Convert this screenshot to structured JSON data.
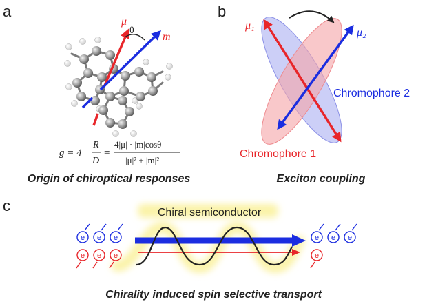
{
  "panel_a": {
    "letter": "a",
    "mu_label": "μ",
    "m_label": "m",
    "theta_label": "θ",
    "eq_lhs": "g = 4",
    "eq_frac_num": "R",
    "eq_frac_den": "D",
    "eq_rhs_num": "4|μ| · |m|cosθ",
    "eq_rhs_den": "|μ|² + |m|²",
    "caption": "Origin of chiroptical responses"
  },
  "panel_b": {
    "letter": "b",
    "mu1_label": "μ₁",
    "mu2_label": "μ₂",
    "chromophore1": "Chromophore 1",
    "chromophore2": "Chromophore 2",
    "caption": "Exciton coupling"
  },
  "panel_c": {
    "letter": "c",
    "title": "Chiral semiconductor",
    "electron_symbol": "e",
    "caption": "Chirality induced spin selective transport"
  },
  "colors": {
    "red": "#e8262a",
    "blue": "#1b2de0",
    "pink_ellipse": "#f5a3a6",
    "blue_ellipse": "#a3a8f0",
    "yellow_glow": "#fbf3a8",
    "dark": "#222222"
  }
}
